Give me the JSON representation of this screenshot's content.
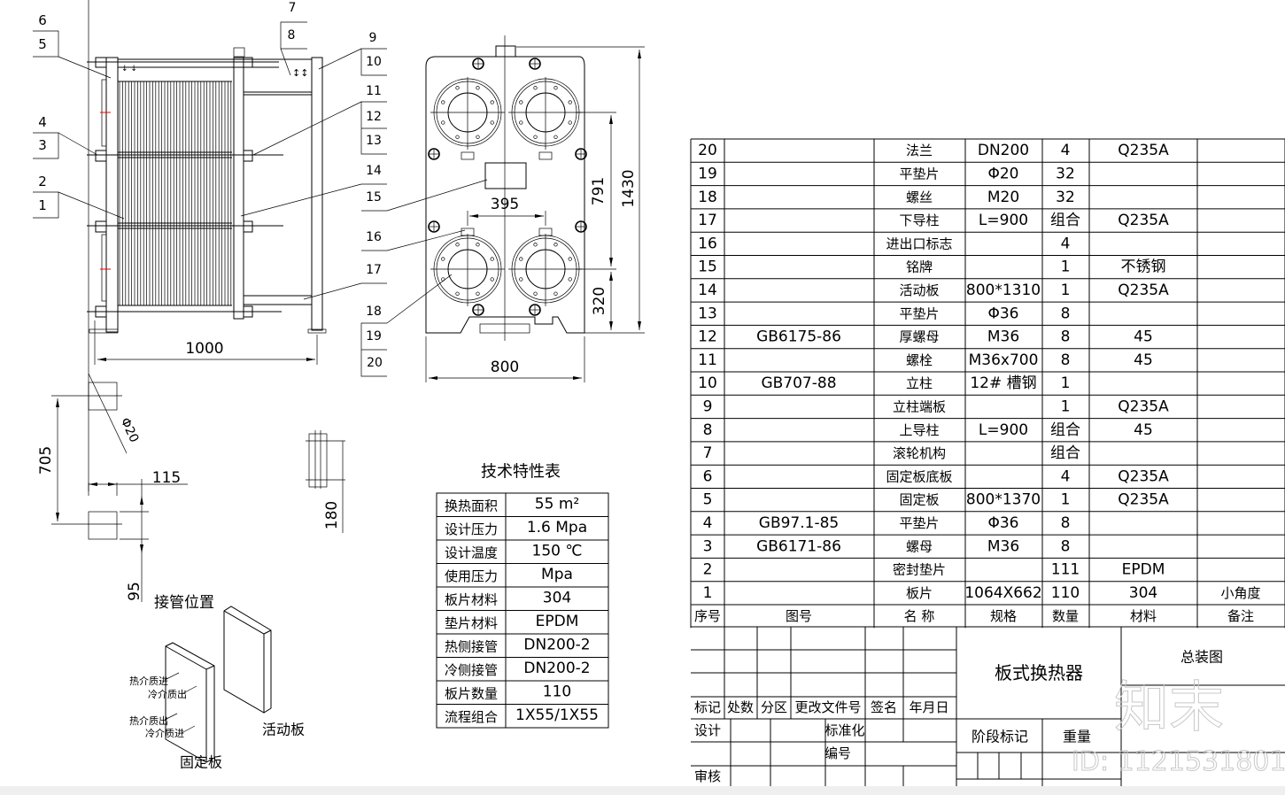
{
  "front_view": {
    "balloons_left": [
      [
        "6",
        "5"
      ],
      [
        "4",
        "3"
      ],
      [
        "2",
        "1"
      ]
    ],
    "balloon_7": "7",
    "balloon_8": "8",
    "balloons_right": [
      "9",
      "10",
      "11",
      "12",
      "13",
      "14",
      "15",
      "16",
      "17",
      "18",
      "19",
      "20"
    ],
    "dim_length": "1000"
  },
  "side_view": {
    "dim_port_spacing": "395",
    "dim_port_vertical": "791",
    "dim_height": "1430",
    "dim_bottom": "320",
    "dim_width": "800"
  },
  "details": {
    "dim_705": "705",
    "dim_phi20": "Φ20",
    "dim_115": "115",
    "dim_95": "95",
    "dim_180": "180",
    "pipe_position_label": "接管位置",
    "moving_plate_label": "活动板",
    "fixed_plate_label": "固定板",
    "hot_in": "热介质进",
    "cold_out": "冷介质出",
    "hot_out": "热介质出",
    "cold_in": "冷介质进"
  },
  "spec_table": {
    "title": "技术特性表",
    "rows": [
      [
        "换热面积",
        "55  m²"
      ],
      [
        "设计压力",
        "1.6  Mpa"
      ],
      [
        "设计温度",
        "150  ℃"
      ],
      [
        "使用压力",
        "     Mpa"
      ],
      [
        "板片材料",
        "304"
      ],
      [
        "垫片材料",
        "EPDM"
      ],
      [
        "热侧接管",
        "DN200-2"
      ],
      [
        "冷侧接管",
        "DN200-2"
      ],
      [
        "板片数量",
        "110"
      ],
      [
        "流程组合",
        "1X55/1X55"
      ]
    ]
  },
  "bom": {
    "rows": [
      [
        "20",
        "",
        "法兰",
        "DN200",
        "4",
        "Q235A",
        ""
      ],
      [
        "19",
        "",
        "平垫片",
        "Φ20",
        "32",
        "",
        ""
      ],
      [
        "18",
        "",
        "螺丝",
        "M20",
        "32",
        "",
        ""
      ],
      [
        "17",
        "",
        "下导柱",
        "L=900",
        "组合",
        "Q235A",
        ""
      ],
      [
        "16",
        "",
        "进出口标志",
        "",
        "4",
        "",
        ""
      ],
      [
        "15",
        "",
        "铭牌",
        "",
        "1",
        "不锈钢",
        ""
      ],
      [
        "14",
        "",
        "活动板",
        "800*1310",
        "1",
        "Q235A",
        ""
      ],
      [
        "13",
        "",
        "平垫片",
        "Φ36",
        "8",
        "",
        ""
      ],
      [
        "12",
        "GB6175-86",
        "厚螺母",
        "M36",
        "8",
        "45",
        ""
      ],
      [
        "11",
        "",
        "螺栓",
        "M36x700",
        "8",
        "45",
        ""
      ],
      [
        "10",
        "GB707-88",
        "立柱",
        "12# 槽钢",
        "1",
        "",
        ""
      ],
      [
        "9",
        "",
        "立柱端板",
        "",
        "1",
        "Q235A",
        ""
      ],
      [
        "8",
        "",
        "上导柱",
        "L=900",
        "组合",
        "45",
        ""
      ],
      [
        "7",
        "",
        "滚轮机构",
        "",
        "组合",
        "",
        ""
      ],
      [
        "6",
        "",
        "固定板底板",
        "",
        "4",
        "Q235A",
        ""
      ],
      [
        "5",
        "",
        "固定板",
        "800*1370",
        "1",
        "Q235A",
        ""
      ],
      [
        "4",
        "GB97.1-85",
        "平垫片",
        "Φ36",
        "8",
        "",
        ""
      ],
      [
        "3",
        "GB6171-86",
        "螺母",
        "M36",
        "8",
        "",
        ""
      ],
      [
        "2",
        "",
        "密封垫片",
        "",
        "111",
        "EPDM",
        ""
      ],
      [
        "1",
        "",
        "板片",
        "1064X662",
        "110",
        "304",
        "小角度"
      ]
    ],
    "header": [
      "序号",
      "图号",
      "名      称",
      "规格",
      "数量",
      "材料",
      "备注"
    ]
  },
  "title_block": {
    "rev_headers": [
      "标记",
      "处数",
      "分区",
      "更改文件号",
      "签名",
      "年月日"
    ],
    "design": "设计",
    "standardization": "标准化",
    "number": "编号",
    "review": "审核",
    "product_name": "板式换热器",
    "drawing_name": "总装图",
    "stage_mark": "阶段标记",
    "weight": "重量"
  },
  "watermark": {
    "brand": "知末",
    "id": "ID: 1121531801"
  }
}
